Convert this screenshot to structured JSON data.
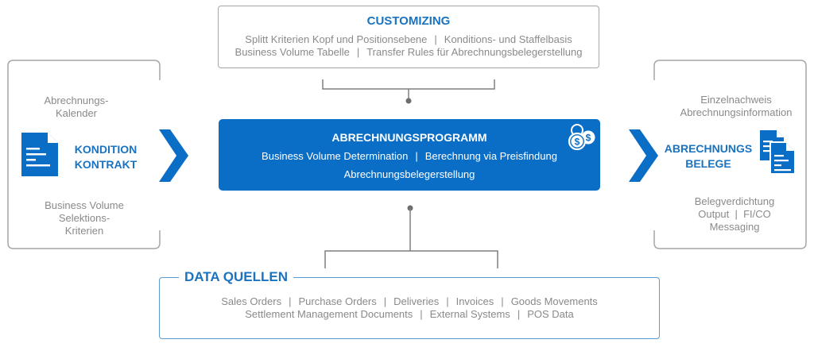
{
  "customizing": {
    "title": "CUSTOMIZING",
    "line1": [
      "Splitt Kriterien Kopf und Positionsebene",
      "Konditions- und Staffelbasis"
    ],
    "line2": [
      "Business Volume Tabelle",
      "Transfer Rules für Abrechnungsbelegerstellung"
    ],
    "separator": "|"
  },
  "left_box": {
    "top_text": [
      "Abrechnungs-",
      "Kalender"
    ],
    "title": [
      "KONDITION",
      "KONTRAKT"
    ],
    "bottom_text": [
      "Business Volume",
      "Selektions-",
      "Kriterien"
    ],
    "icon": "document-icon"
  },
  "program": {
    "title": "ABRECHNUNGSPROGRAMM",
    "line1": [
      "Business Volume Determination",
      "Berechnung via Preisfindung"
    ],
    "line2": "Abrechnungsbelegerstellung",
    "separator": "|",
    "icon": "coins-dollar-icon"
  },
  "right_box": {
    "top_text": [
      "Einzelnachweis",
      "Abrechnungsinformation"
    ],
    "title": [
      "ABRECHNUNGS",
      "BELEGE"
    ],
    "bottom_text": [
      "Belegverdichtung",
      "Output  |  FI/CO",
      "Messaging"
    ],
    "icon": "documents-icon"
  },
  "data_quellen": {
    "title": "DATA QUELLEN",
    "line1": [
      "Sales Orders",
      "Purchase Orders",
      "Deliveries",
      "Invoices",
      "Goods Movements"
    ],
    "line2": [
      "Settlement Management Documents",
      "External Systems",
      "POS Data"
    ],
    "separator": "|"
  },
  "colors": {
    "brand_blue": "#0a6ec6",
    "title_blue": "#1a73c0",
    "frame_gray": "#a6a6a6",
    "text_gray": "#8a8a8a",
    "quellen_border": "#5b9bd5"
  }
}
